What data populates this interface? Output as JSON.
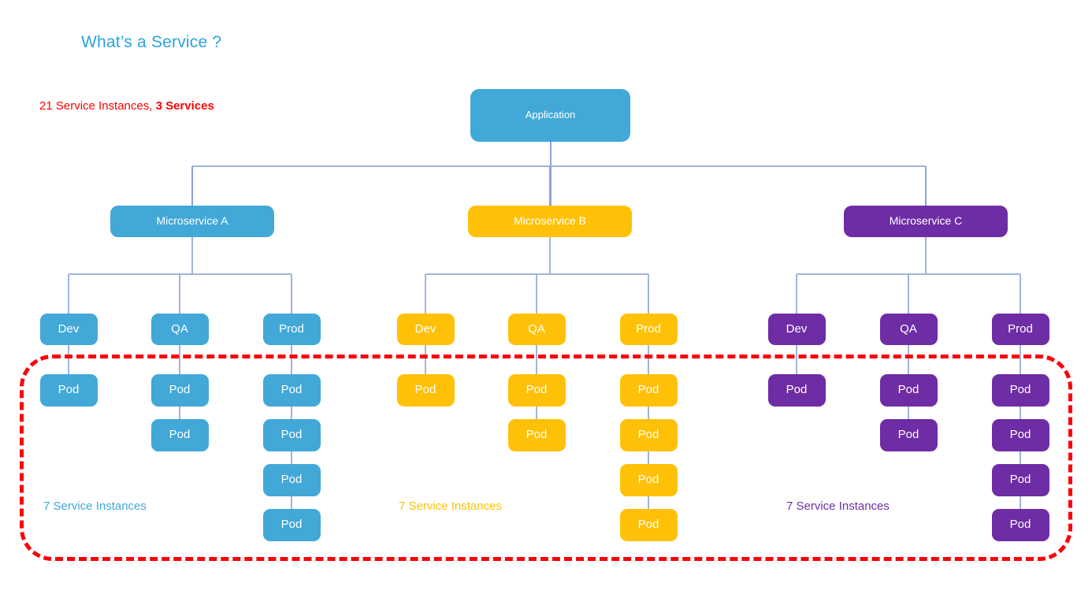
{
  "page": {
    "title": "What’s a Service ?",
    "title_color": "#29a3dc",
    "summary_prefix": "21 Service Instances, ",
    "summary_emphasis": "3 Services",
    "summary_color": "#ff0000",
    "background": "#ffffff"
  },
  "diagram": {
    "type": "tree",
    "connector_color": "#9fb5dd",
    "highlight": {
      "shape": "rounded-rect-dashed",
      "color": "#fb0007",
      "label": "service-instances-boundary"
    },
    "root": {
      "label": "Application",
      "color": "#41a8d8"
    },
    "groups": [
      {
        "id": "a",
        "label": "Microservice A",
        "color": "#41a8d8",
        "instances_label": "7 Service Instances",
        "instances_count": 7,
        "environments": [
          {
            "label": "Dev",
            "pods": [
              "Pod"
            ]
          },
          {
            "label": "QA",
            "pods": [
              "Pod",
              "Pod"
            ]
          },
          {
            "label": "Prod",
            "pods": [
              "Pod",
              "Pod",
              "Pod",
              "Pod"
            ]
          }
        ]
      },
      {
        "id": "b",
        "label": "Microservice B",
        "color": "#ffc107",
        "instances_label": "7 Service Instances",
        "instances_count": 7,
        "environments": [
          {
            "label": "Dev",
            "pods": [
              "Pod"
            ]
          },
          {
            "label": "QA",
            "pods": [
              "Pod",
              "Pod"
            ]
          },
          {
            "label": "Prod",
            "pods": [
              "Pod",
              "Pod",
              "Pod",
              "Pod"
            ]
          }
        ]
      },
      {
        "id": "c",
        "label": "Microservice C",
        "color": "#6e2ca5",
        "instances_label": "7 Service Instances",
        "instances_count": 7,
        "environments": [
          {
            "label": "Dev",
            "pods": [
              "Pod"
            ]
          },
          {
            "label": "QA",
            "pods": [
              "Pod",
              "Pod"
            ]
          },
          {
            "label": "Prod",
            "pods": [
              "Pod",
              "Pod",
              "Pod",
              "Pod"
            ]
          }
        ]
      }
    ]
  }
}
